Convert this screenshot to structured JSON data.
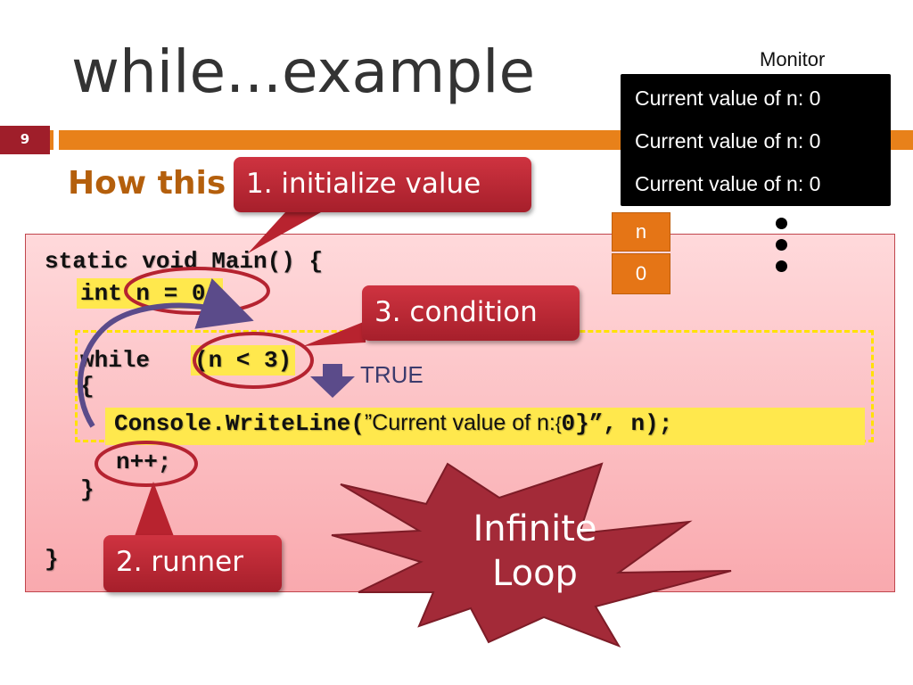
{
  "slide": {
    "title": "while...example",
    "number": "9",
    "subtitle": "How this code works?"
  },
  "code": {
    "line1": "static void Main() {",
    "line2": "int n = 0;",
    "line3_keyword": "while ",
    "line3_cond": "(n < 3)",
    "line4": "{",
    "line5_call": "Console.WriteLine(",
    "line5_string": "”Current value of n:",
    "line5_brace": "{",
    "line5_rest": "0}”, n);",
    "line6": "n++;",
    "line7": "}",
    "line8": "}"
  },
  "callouts": {
    "initialize": "1. initialize value",
    "runner": "2. runner",
    "condition": "3. condition"
  },
  "flow": {
    "true_label": "TRUE"
  },
  "monitor": {
    "label": "Monitor",
    "lines": [
      "Current value of n: 0",
      "Current value of n: 0",
      "Current value of n: 0"
    ]
  },
  "variable": {
    "name": "n",
    "value": "0"
  },
  "burst": {
    "line1": "Infinite",
    "line2": "Loop"
  },
  "colors": {
    "accent_orange": "#e8811a",
    "callout_red": "#b8232f",
    "highlight_yellow": "#ffe84d"
  }
}
